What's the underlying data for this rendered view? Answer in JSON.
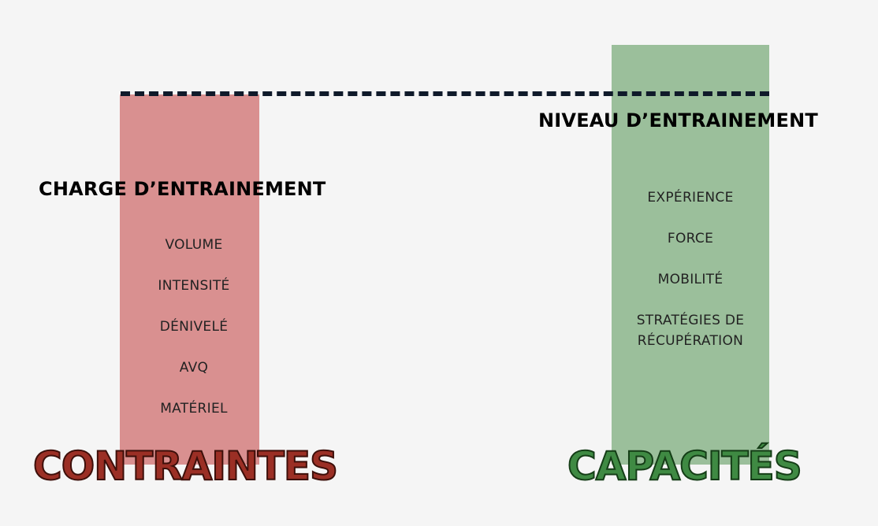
{
  "left_column": {
    "heading": "CHARGE D’ENTRAINEMENT",
    "items": [
      "VOLUME",
      "INTENSITÉ",
      "DÉNIVELÉ",
      "AVQ",
      "MATÉRIEL"
    ],
    "label": "CONTRAINTES",
    "bar_color": "#d99090",
    "label_color": "#9b2f25"
  },
  "right_column": {
    "heading": "NIVEAU D’ENTRAINEMENT",
    "items": [
      "EXPÉRIENCE",
      "FORCE",
      "MOBILITÉ",
      "STRATÉGIES DE RÉCUPÉRATION"
    ],
    "label": "CAPACITÉS",
    "bar_color": "#9bbf9b",
    "label_color": "#3f8a43"
  },
  "reference_line_color": "#0f1a2a"
}
